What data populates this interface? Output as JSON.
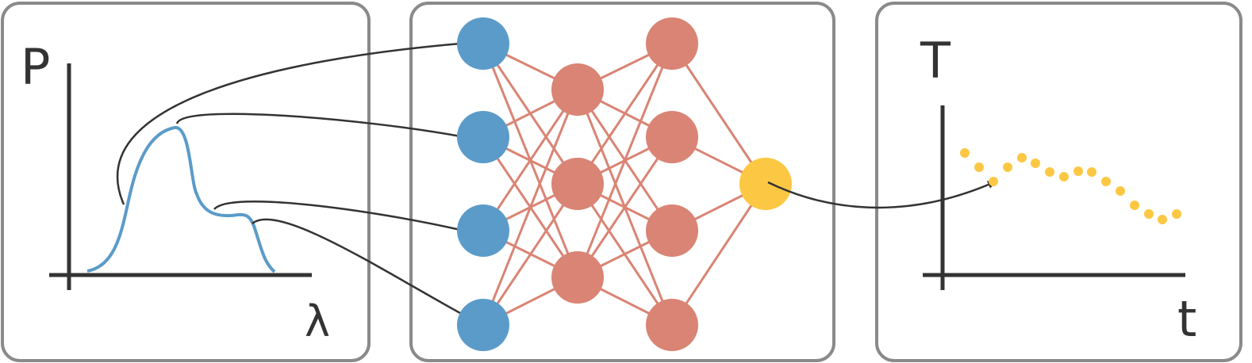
{
  "left_panel": {
    "y_axis_label": "P",
    "x_axis_label": "λ"
  },
  "right_panel": {
    "y_axis_label": "T",
    "x_axis_label": "t",
    "output_points": 16
  },
  "network": {
    "layers": [
      4,
      3,
      4,
      1
    ],
    "colors": {
      "input": "#5b9bc9",
      "hidden": "#d98474",
      "output": "#fcc843",
      "edge": "#d98474",
      "connector": "#333333",
      "panel_border": "#8a8a8a",
      "spectrum": "#5b9bc9",
      "trend_points": "#fcc843"
    }
  }
}
